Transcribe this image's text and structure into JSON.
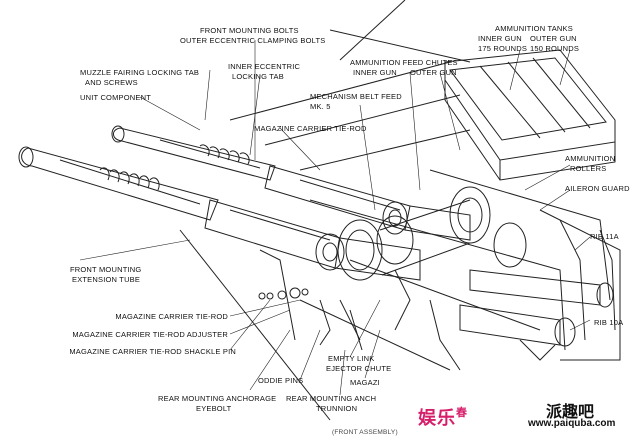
{
  "labels": {
    "front_mounting_bolts": "FRONT MOUNTING BOLTS",
    "outer_eccentric_clamping_bolts": "OUTER ECCENTRIC CLAMPING BOLTS",
    "muzzle_fairing_locking_tab": "MUZZLE FAIRING LOCKING TAB",
    "and_screws": "AND SCREWS",
    "inner_eccentric": "INNER ECCENTRIC",
    "locking_tab": "LOCKING TAB",
    "unit_component": "UNIT COMPONENT",
    "magazine_carrier_tie_rod_top": "MAGAZINE CARRIER TIE-ROD",
    "mechanism_belt_feed": "MECHANISM BELT FEED",
    "mk5": "MK. 5",
    "ammunition_feed_chutes": "AMMUNITION FEED CHUTES",
    "inner_gun": "INNER GUN",
    "outer_gun": "OUTER GUN",
    "ammunition_tanks": "AMMUNITION TANKS",
    "tank_inner_gun": "INNER GUN",
    "tank_outer_gun": "OUTER GUN",
    "rounds_175": "175 ROUNDS",
    "rounds_150": "150 ROUNDS",
    "ammunition": "AMMUNITION",
    "rollers": "ROLLERS",
    "aileron_guard": "AILERON GUARD",
    "front_mounting": "FRONT MOUNTING",
    "extension_tube": "EXTENSION TUBE",
    "rib_11a": "RIB 11A",
    "rib_10a": "RIB 10A",
    "magazine_carrier_tie_rod": "MAGAZINE CARRIER TIE-ROD",
    "magazine_carrier_tie_rod_adjuster": "MAGAZINE CARRIER TIE-ROD ADJUSTER",
    "magazine_carrier_tie_rod_shackle_pin": "MAGAZINE CARRIER TIE-ROD SHACKLE PIN",
    "oddie_pins": "ODDIE PINS",
    "empty_link": "EMPTY LINK",
    "ejector_chute": "EJECTOR CHUTE",
    "magazi": "MAGAZI",
    "rear_mounting_anchorage": "REAR MOUNTING ANCHORAGE",
    "eyebolt": "EYEBOLT",
    "rear_mounting_anch": "REAR MOUNTING ANCH",
    "trunnion": "TRUNNION",
    "bottom_caption": "(FRONT ASSEMBLY)"
  },
  "watermark": {
    "left_text": "娱乐",
    "left_badge": "春",
    "right_cn": "派趣吧",
    "right_url": "www.paiquba.com",
    "color_pink": "#d61f6a"
  }
}
